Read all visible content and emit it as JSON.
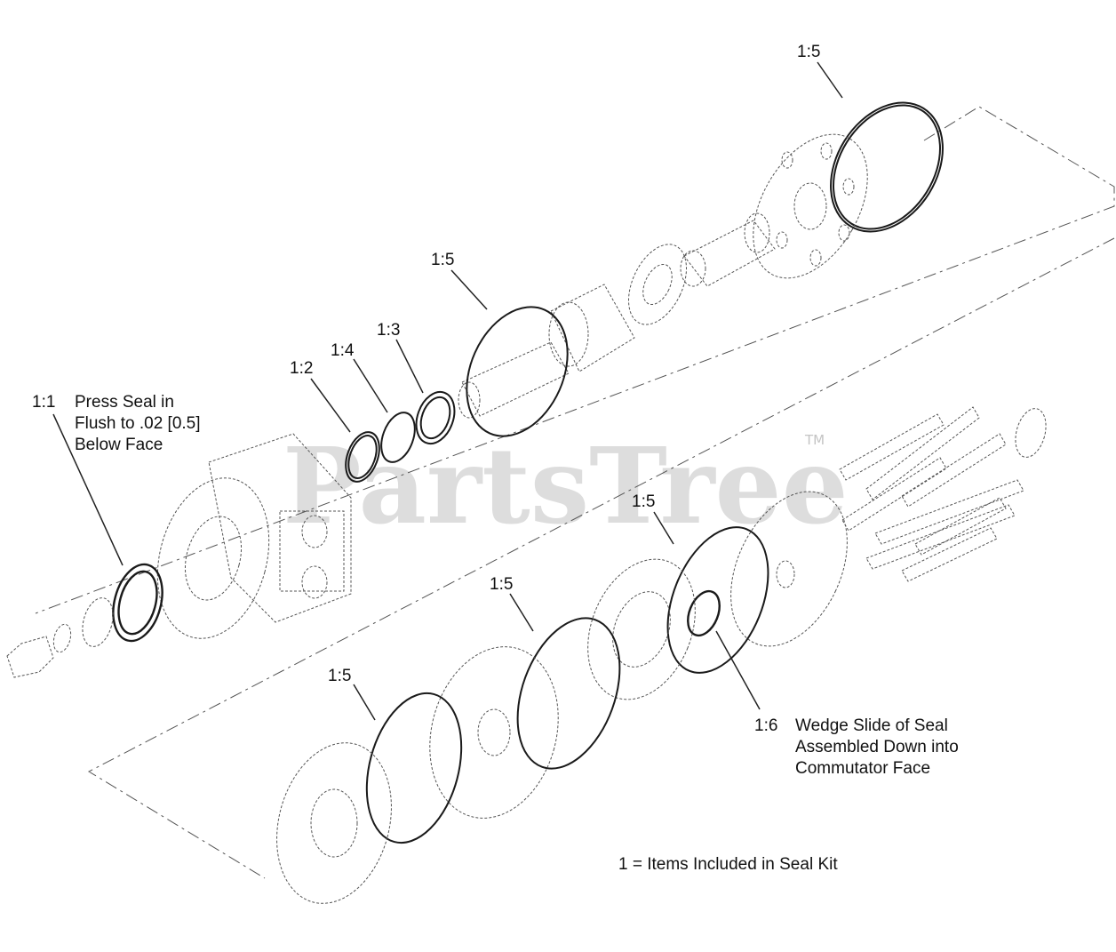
{
  "watermark": {
    "text": "PartsTree",
    "trademark": "TM"
  },
  "callouts": [
    {
      "id": "c-1-5-top",
      "label": "1:5"
    },
    {
      "id": "c-1-5-mid",
      "label": "1:5"
    },
    {
      "id": "c-1-3",
      "label": "1:3"
    },
    {
      "id": "c-1-4",
      "label": "1:4"
    },
    {
      "id": "c-1-2",
      "label": "1:2"
    },
    {
      "id": "c-1-1",
      "label": "1:1"
    },
    {
      "id": "c-1-5-right",
      "label": "1:5"
    },
    {
      "id": "c-1-5-center",
      "label": "1:5"
    },
    {
      "id": "c-1-5-bottom",
      "label": "1:5"
    },
    {
      "id": "c-1-6",
      "label": "1:6"
    }
  ],
  "notes": {
    "press_seal": [
      "Press Seal in",
      "Flush to .02 [0.5]",
      "Below Face"
    ],
    "wedge_seal": [
      "Wedge Slide of Seal",
      "Assembled Down into",
      "Commutator Face"
    ],
    "legend": "1 = Items Included in Seal Kit"
  }
}
